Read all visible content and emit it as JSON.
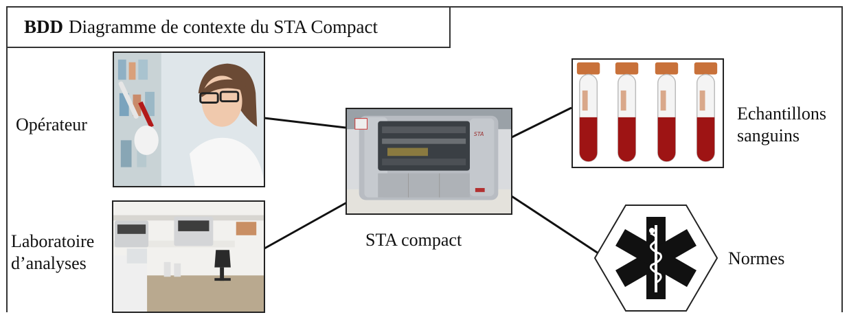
{
  "title": {
    "prefix": "BDD",
    "text": "Diagramme de contexte du STA Compact"
  },
  "system": {
    "label": "STA compact",
    "image": "lab-analyzer-machine"
  },
  "actors": [
    {
      "label": "Opérateur",
      "image": "lab-technician-photo"
    },
    {
      "label_line1": "Laboratoire",
      "label_line2": "d’analyses",
      "image": "laboratory-room-photo"
    },
    {
      "label_line1": "Echantillons",
      "label_line2": "sanguins",
      "image": "blood-tubes-image"
    },
    {
      "label": "Normes",
      "image": "medical-star-of-life-icon"
    }
  ],
  "colors": {
    "frame": "#333333",
    "blood": "#9e1414",
    "tube_cap": "#c8713a",
    "machine": "#b8bcc2"
  }
}
